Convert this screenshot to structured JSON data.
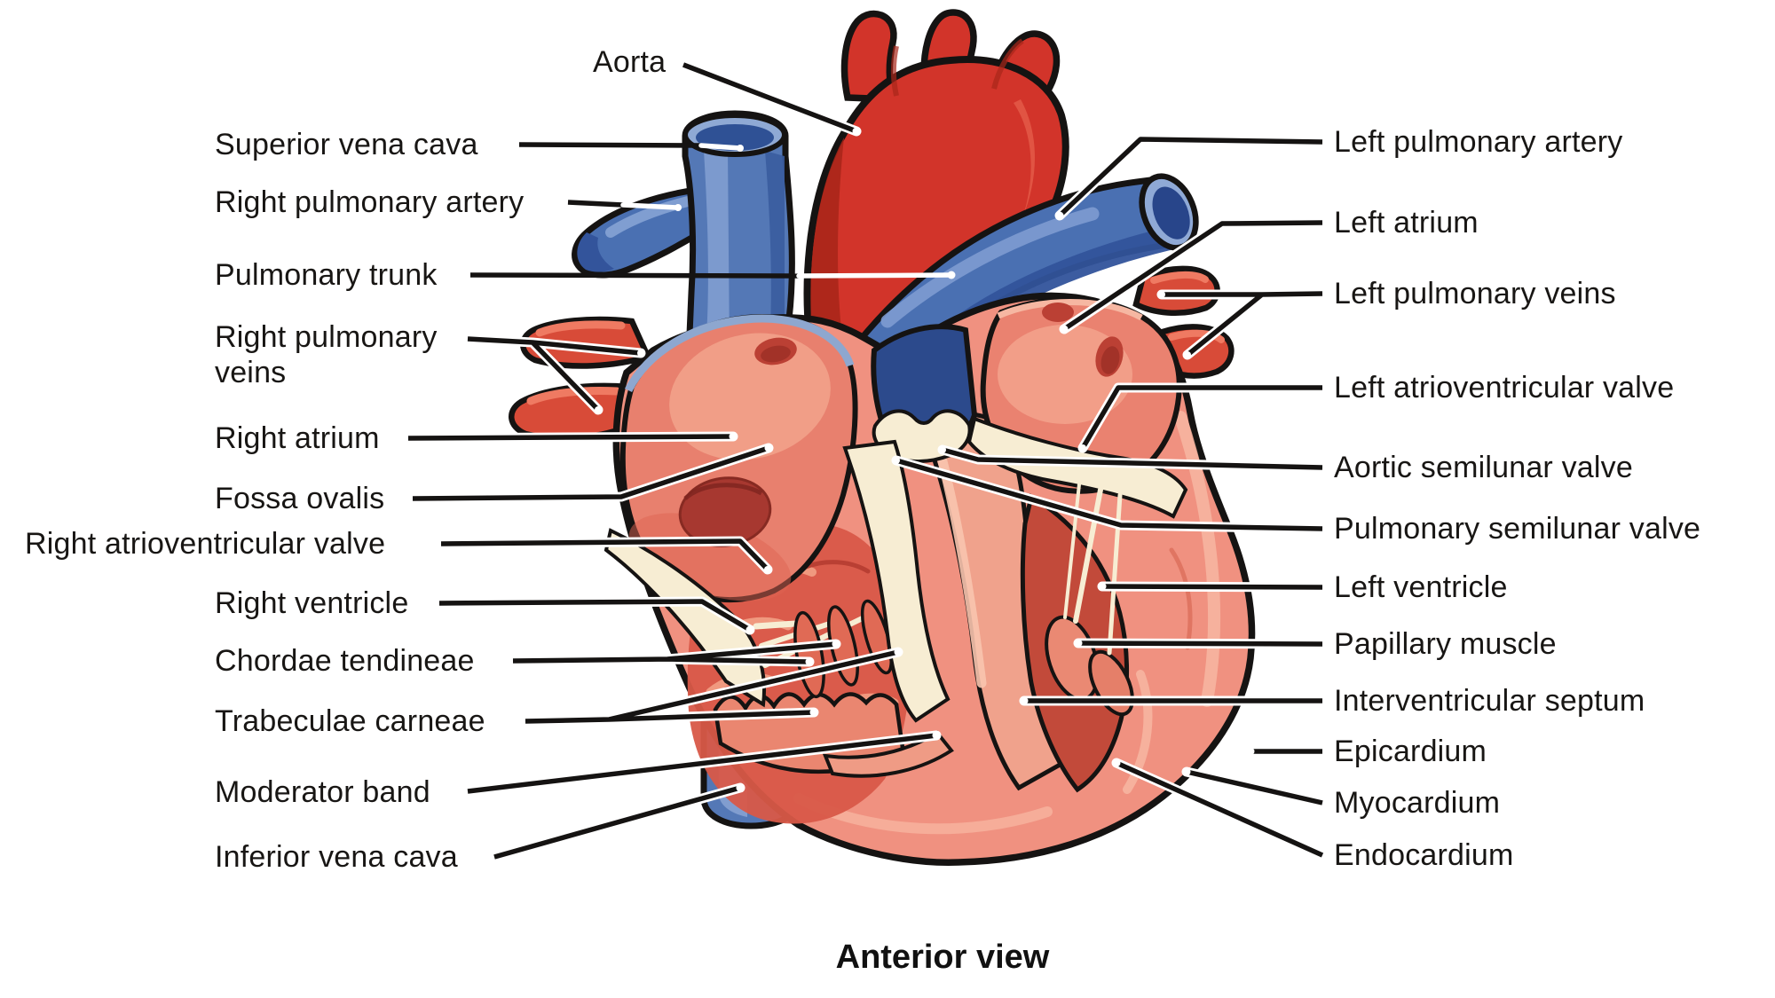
{
  "caption": {
    "text": "Anterior view"
  },
  "colors": {
    "artery_red": "#d2342a",
    "artery_red_shadow": "#a82619",
    "vein_blue": "#4a70b2",
    "vein_blue_dark": "#2f5195",
    "heart_wall_salmon": "#f09180",
    "chamber_red": "#e8806e",
    "cavity_dark_red": "#c24a3a",
    "fossa_dark_red": "#a73830",
    "valve_cream": "#f7edd3",
    "outline_black": "#151312",
    "label_text": "#181614",
    "background": "#ffffff"
  },
  "labels": {
    "left": [
      {
        "id": "aorta",
        "text": "Aorta"
      },
      {
        "id": "superior-vena-cava",
        "text": "Superior vena cava"
      },
      {
        "id": "right-pulmonary-artery",
        "text": "Right pulmonary artery"
      },
      {
        "id": "pulmonary-trunk",
        "text": "Pulmonary trunk"
      },
      {
        "id": "right-pulmonary-veins",
        "text": "Right pulmonary veins"
      },
      {
        "id": "right-atrium",
        "text": "Right atrium"
      },
      {
        "id": "fossa-ovalis",
        "text": "Fossa ovalis"
      },
      {
        "id": "right-atrioventricular-valve",
        "text": "Right atrioventricular valve"
      },
      {
        "id": "right-ventricle",
        "text": "Right ventricle"
      },
      {
        "id": "chordae-tendineae",
        "text": "Chordae tendineae"
      },
      {
        "id": "trabeculae-carneae",
        "text": "Trabeculae carneae"
      },
      {
        "id": "moderator-band",
        "text": "Moderator band"
      },
      {
        "id": "inferior-vena-cava",
        "text": "Inferior vena cava"
      }
    ],
    "right": [
      {
        "id": "left-pulmonary-artery",
        "text": "Left pulmonary artery"
      },
      {
        "id": "left-atrium",
        "text": "Left atrium"
      },
      {
        "id": "left-pulmonary-veins",
        "text": "Left pulmonary veins"
      },
      {
        "id": "left-atrioventricular-valve",
        "text": "Left atrioventricular valve"
      },
      {
        "id": "aortic-semilunar-valve",
        "text": "Aortic semilunar valve"
      },
      {
        "id": "pulmonary-semilunar-valve",
        "text": "Pulmonary semilunar valve"
      },
      {
        "id": "left-ventricle",
        "text": "Left ventricle"
      },
      {
        "id": "papillary-muscle",
        "text": "Papillary muscle"
      },
      {
        "id": "interventricular-septum",
        "text": "Interventricular septum"
      },
      {
        "id": "epicardium",
        "text": "Epicardium"
      },
      {
        "id": "myocardium",
        "text": "Myocardium"
      },
      {
        "id": "endocardium",
        "text": "Endocardium"
      }
    ]
  }
}
